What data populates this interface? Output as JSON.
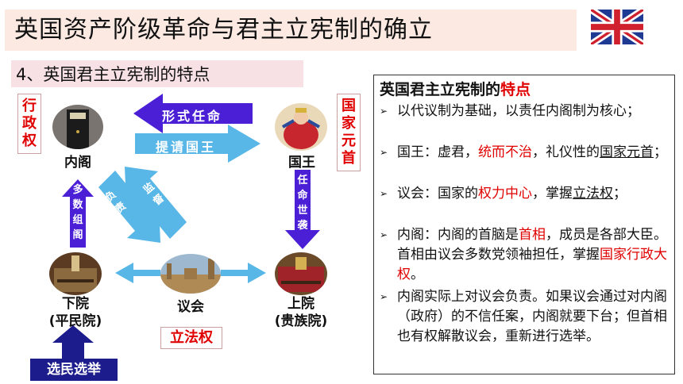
{
  "header": {
    "title": "英国资产阶级革命与君主立宪制的确立",
    "flag_icon": "union-jack-flag-icon"
  },
  "section": {
    "subtitle": "4、英国君主立宪制的特点"
  },
  "diagram": {
    "left_tag": "行政权",
    "right_tag": "国家元首",
    "cabinet_label": "内阁",
    "king_label": "国王",
    "parliament_label": "议会",
    "commons_label_line1": "下院",
    "commons_label_line2": "(平民院)",
    "lords_label_line1": "上院",
    "lords_label_line2": "(贵族院)",
    "legislative_tag": "立法权",
    "voter_box": "选民选举",
    "arrow_formal_appoint": "形式任命",
    "arrow_submit_king": "提请国王",
    "arrow_responsible": "负责",
    "arrow_supervise": "监督",
    "arrow_majority": "多数组阁",
    "arrow_appoint_hereditary": "任命世袭",
    "colors": {
      "purple": "#4b1fd6",
      "blue_light": "#58b7e6",
      "red": "#e00000",
      "navy": "#1c1c8c"
    }
  },
  "panel": {
    "title_prefix": "英国君主立宪制的",
    "title_highlight": "特点",
    "items": [
      {
        "parts": [
          "以代议制为基础，以责任内阁制为核心；"
        ]
      },
      {
        "parts": [
          "国王：虚君，",
          "统而不治",
          "，礼仪性的",
          "国家元首",
          "；"
        ]
      },
      {
        "parts": [
          "议会：国家的",
          "权力中心",
          "，掌握",
          "立法权",
          "；"
        ]
      },
      {
        "parts": [
          "内阁：内阁的首脑是",
          "首相",
          "，成员是各部大臣。首相由议会多数党领袖担任，掌握",
          "国家行政大权",
          "。"
        ]
      },
      {
        "parts": [
          "内阁实际上对议会负责。如果议会通过对内阁（政府）的不信任案，内阁就要下台；但首相也有权解散议会，重新进行选举。"
        ]
      }
    ]
  }
}
